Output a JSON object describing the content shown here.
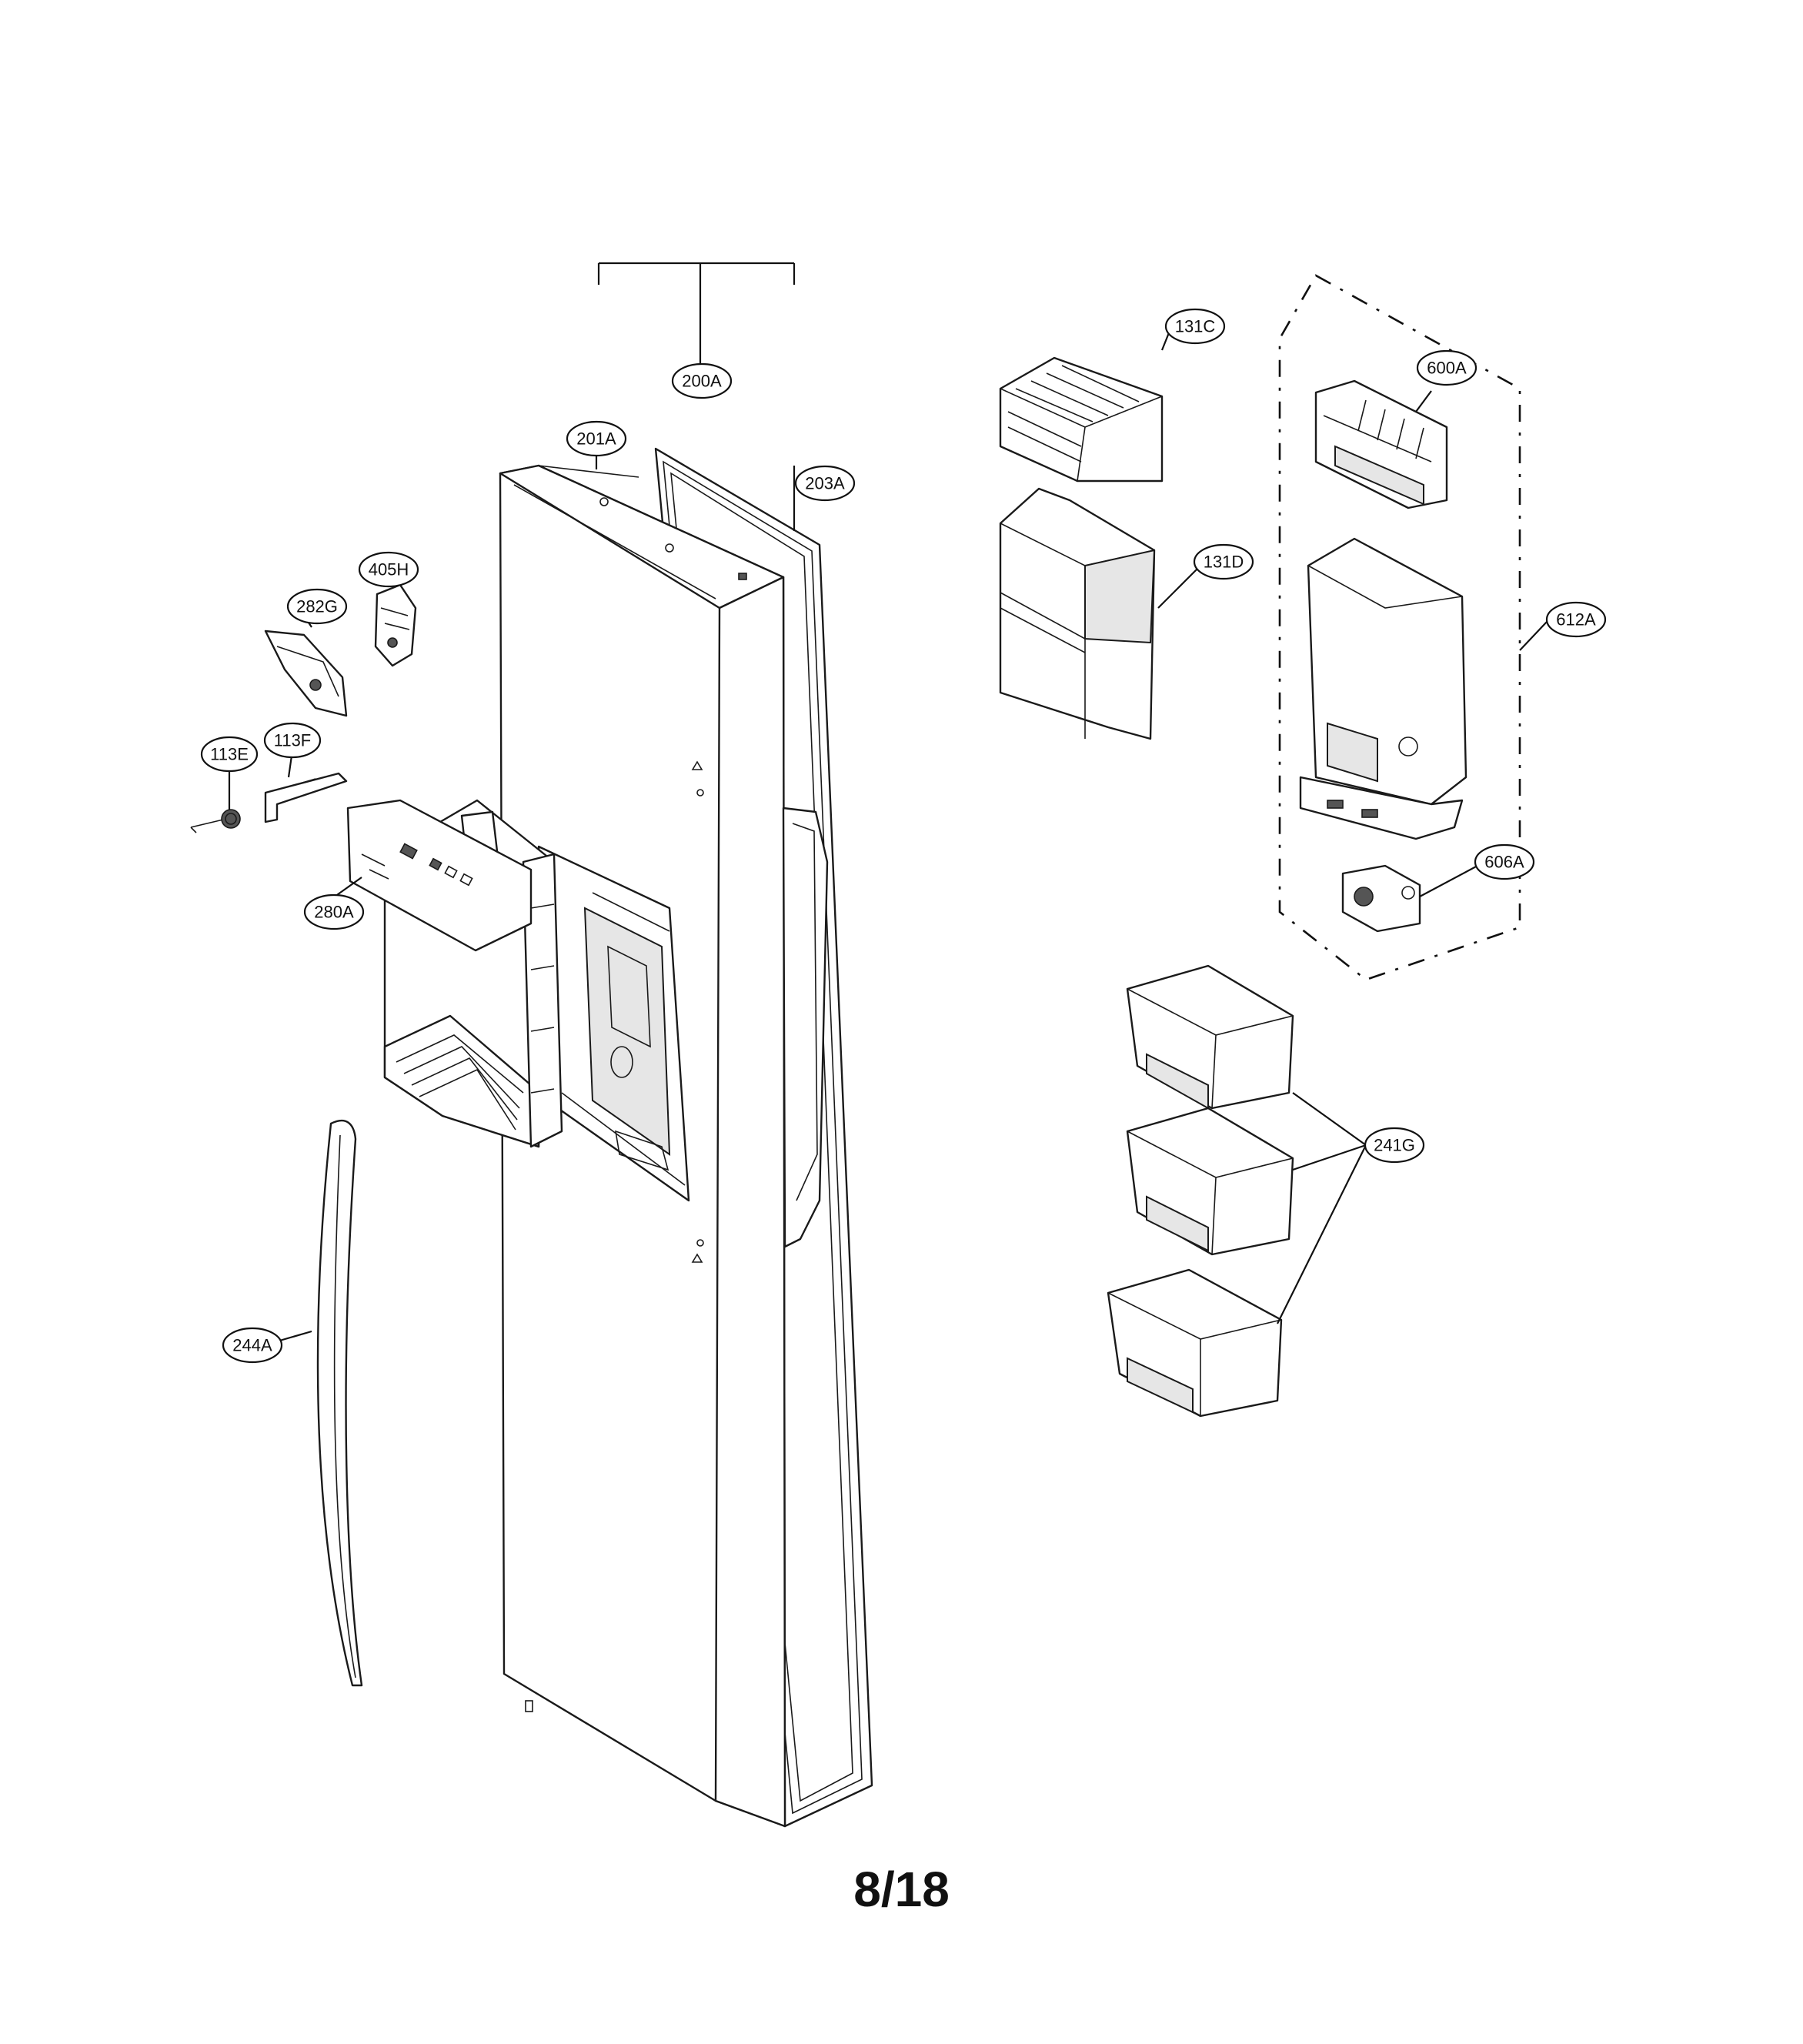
{
  "callouts": [
    {
      "id": "c-200A",
      "label": "200A"
    },
    {
      "id": "c-201A",
      "label": "201A"
    },
    {
      "id": "c-203A",
      "label": "203A"
    },
    {
      "id": "c-405H",
      "label": "405H"
    },
    {
      "id": "c-282G",
      "label": "282G"
    },
    {
      "id": "c-113E",
      "label": "113E"
    },
    {
      "id": "c-113F",
      "label": "113F"
    },
    {
      "id": "c-280A",
      "label": "280A"
    },
    {
      "id": "c-244A",
      "label": "244A"
    },
    {
      "id": "c-131C",
      "label": "131C"
    },
    {
      "id": "c-131D",
      "label": "131D"
    },
    {
      "id": "c-600A",
      "label": "600A"
    },
    {
      "id": "c-612A",
      "label": "612A"
    },
    {
      "id": "c-606A",
      "label": "606A"
    },
    {
      "id": "c-241G",
      "label": "241G"
    }
  ],
  "page": {
    "number": "8/18"
  }
}
